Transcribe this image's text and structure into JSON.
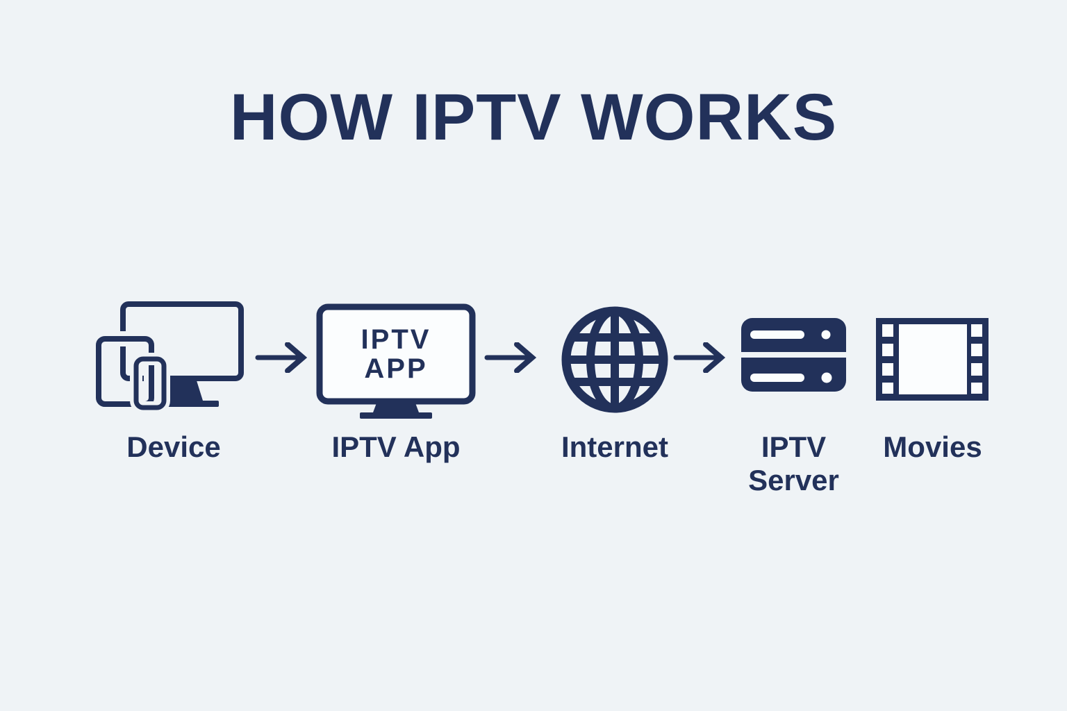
{
  "title": "HOW IPTV WORKS",
  "colors": {
    "background": "#eff3f6",
    "ink": "#22315a",
    "surface": "#fbfdfe"
  },
  "diagram": {
    "nodes": [
      {
        "id": "device",
        "label": "Device",
        "icon": "devices-icon"
      },
      {
        "id": "iptv-app",
        "label": "IPTV App",
        "icon": "tv-app-icon",
        "screen_lines": [
          "IPTV",
          "APP"
        ]
      },
      {
        "id": "internet",
        "label": "Internet",
        "icon": "globe-icon"
      },
      {
        "id": "iptv-server",
        "label": "IPTV Server",
        "icon": "server-icon"
      },
      {
        "id": "movies",
        "label": "Movies",
        "icon": "film-strip-icon"
      }
    ],
    "arrows": [
      {
        "from": "device",
        "to": "iptv-app"
      },
      {
        "from": "iptv-app",
        "to": "internet"
      },
      {
        "from": "internet",
        "to": "iptv-server"
      }
    ]
  }
}
